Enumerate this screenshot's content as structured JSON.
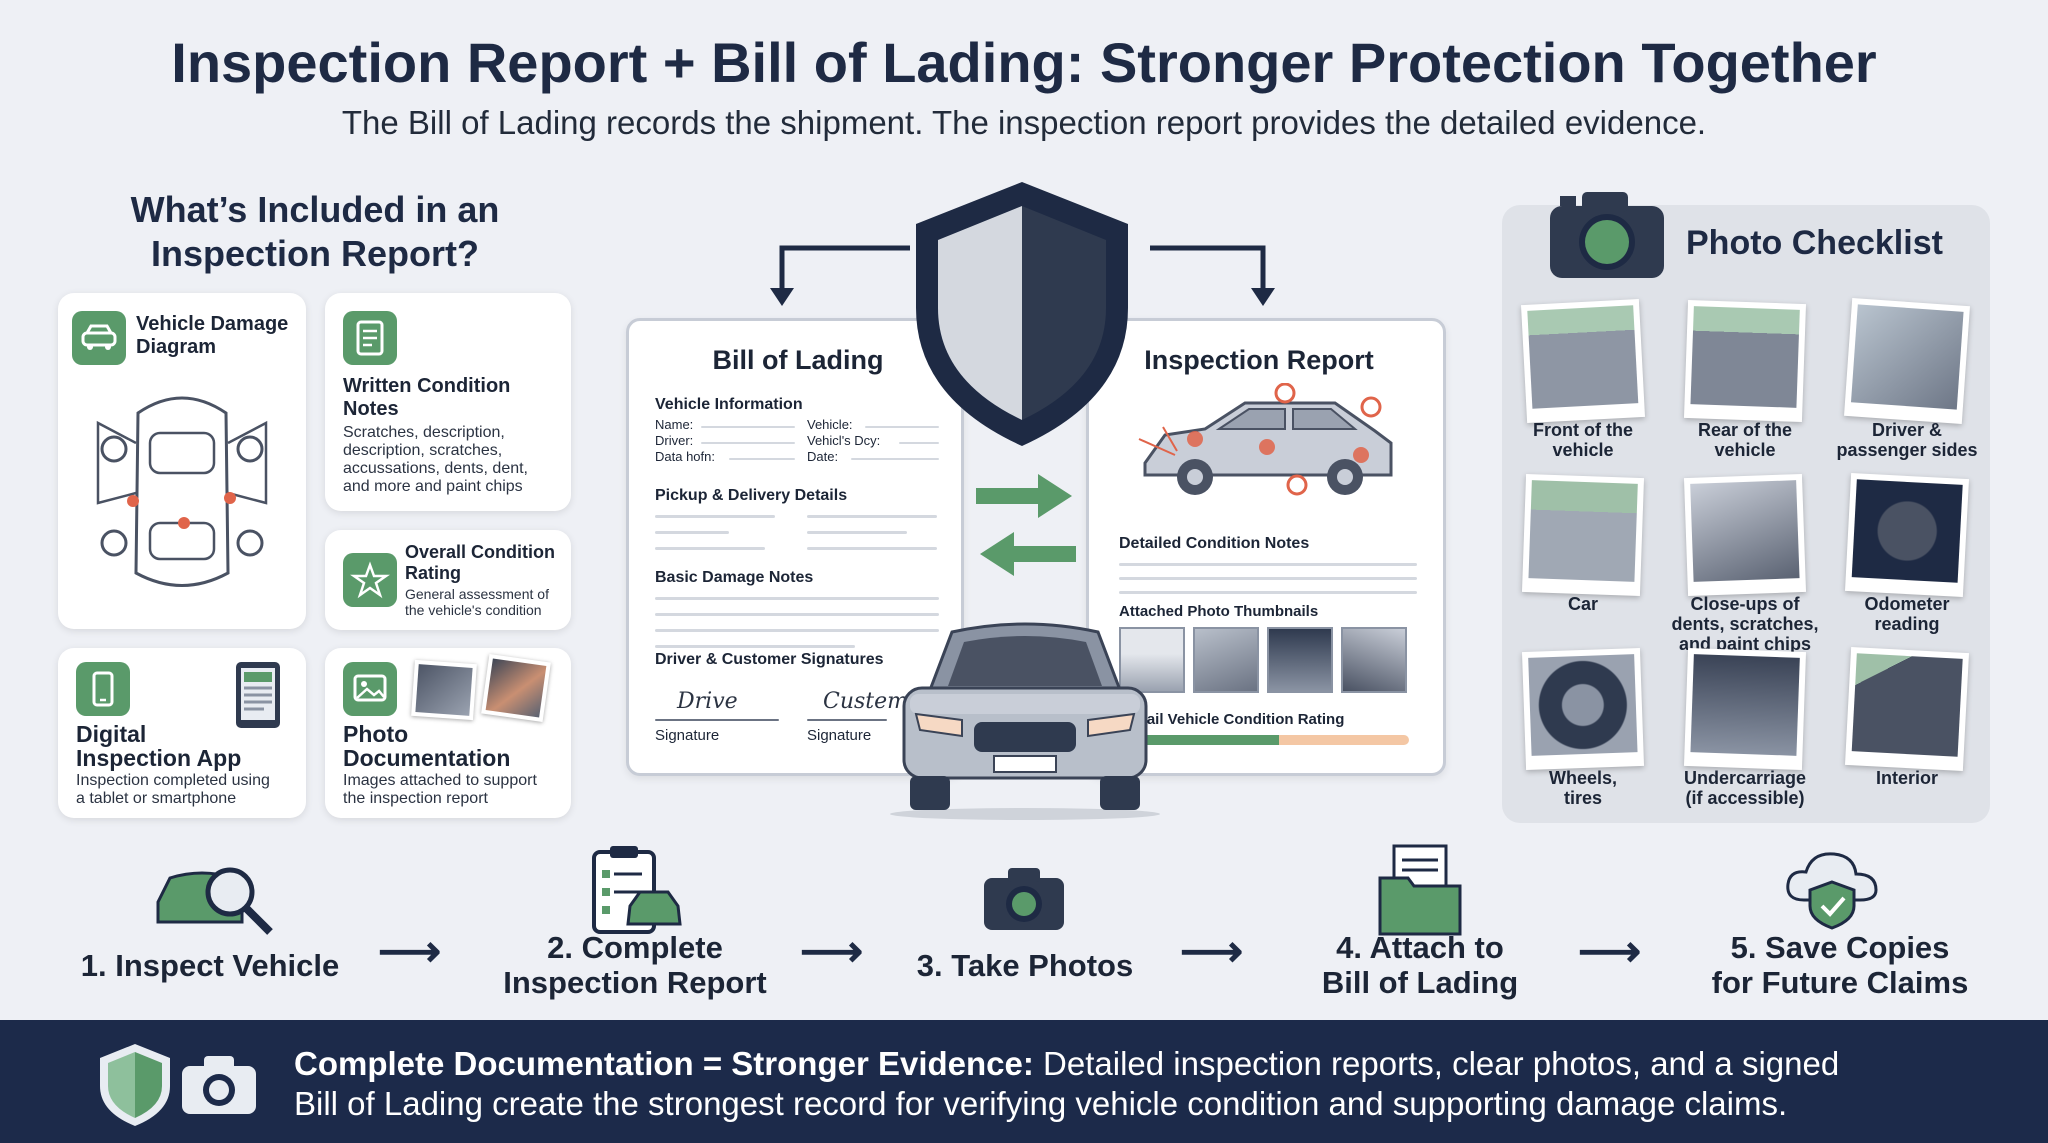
{
  "header": {
    "title": "Inspection Report + Bill of Lading: Stronger Protection Together",
    "subtitle": "The Bill of Lading records the shipment. The inspection report provides the detailed evidence."
  },
  "included": {
    "heading_line1": "What’s Included in an",
    "heading_line2": "Inspection Report?",
    "damage_diagram": {
      "title_line1": "Vehicle Damage",
      "title_line2": "Diagram"
    },
    "written_notes": {
      "title_line1": "Written Condition",
      "title_line2": "Notes",
      "desc": [
        "Scratches, description,",
        "description, scratches,",
        "accussations, dents, dent,",
        "and more and paint chips"
      ]
    },
    "condition_rating": {
      "title_line1": "Overall Condition",
      "title_line2": "Rating",
      "desc_line1": "General assessment of",
      "desc_line2": "the vehicle's condition"
    },
    "digital_app": {
      "title_line1": "Digital",
      "title_line2": "Inspection App",
      "desc_line1": "Inspection completed using",
      "desc_line2": "a tablet or smartphone"
    },
    "photo_docs": {
      "title_line1": "Photo",
      "title_line2": "Documentation",
      "desc_line1": "Images attached to support",
      "desc_line2": "the inspection report"
    }
  },
  "bol": {
    "title": "Bill of Lading",
    "vehicle_info": "Vehicle Information",
    "name_label": "Name:",
    "driver_label": "Driver:",
    "date_label": "Data hofn:",
    "vehicle_label": "Vehicle:",
    "vehicle_dcy_label": "Vehicl's Dcy:",
    "date2_label": "Date:",
    "pickup": "Pickup & Delivery Details",
    "damage_notes": "Basic Damage Notes",
    "signatures": "Driver & Customer Signatures",
    "sig_driver_script": "Drive",
    "sig_customer_script": "Custeme",
    "sig_label1": "Signature",
    "sig_label2": "Signature"
  },
  "inspection": {
    "title": "Inspection Report",
    "notes": "Detailed Condition Notes",
    "thumbs": "Attached Photo Thumbnails",
    "rating": "rail Vehicle Condition Rating",
    "rating_fill": 0.55
  },
  "checklist": {
    "title": "Photo Checklist",
    "items": [
      {
        "line1": "Front of the",
        "line2": "vehicle",
        "line3": ""
      },
      {
        "line1": "Rear of the",
        "line2": "vehicle",
        "line3": ""
      },
      {
        "line1": "Driver &",
        "line2": "passenger sides",
        "line3": ""
      },
      {
        "line1": "Car",
        "line2": "",
        "line3": ""
      },
      {
        "line1": "Close-ups of",
        "line2": "dents, scratches,",
        "line3": "and paint chips"
      },
      {
        "line1": "Odometer",
        "line2": "reading",
        "line3": ""
      },
      {
        "line1": "Wheels,",
        "line2": "tires",
        "line3": ""
      },
      {
        "line1": "Undercarriage",
        "line2": "(if accessible)",
        "line3": ""
      },
      {
        "line1": "Interior",
        "line2": "",
        "line3": ""
      }
    ]
  },
  "steps": [
    {
      "line1": "1. Inspect Vehicle",
      "line2": ""
    },
    {
      "line1": "2. Complete",
      "line2": "Inspection Report"
    },
    {
      "line1": "3. Take Photos",
      "line2": ""
    },
    {
      "line1": "4. Attach to",
      "line2": "Bill of Lading"
    },
    {
      "line1": "5. Save Copies",
      "line2": "for Future Claims"
    }
  ],
  "arrow_glyph": "⟶",
  "footer": {
    "bold": "Complete Documentation = Stronger Evidence:",
    "text": " Detailed inspection reports, clear photos, and a signed",
    "line2": "Bill of Lading create the strongest record for verifying vehicle condition and supporting damage claims."
  },
  "colors": {
    "navy": "#1e2a44",
    "green": "#5a9a6a",
    "accent_red": "#e0644a",
    "rating_orange": "#f4c7a4"
  },
  "icons": [
    "car-icon",
    "notes-icon",
    "star-icon",
    "phone-icon",
    "photo-icon",
    "tablet-icon",
    "shield-icon",
    "camera-icon",
    "magnifier-icon",
    "clipboard-icon",
    "folder-icon",
    "cloud-shield-icon"
  ]
}
